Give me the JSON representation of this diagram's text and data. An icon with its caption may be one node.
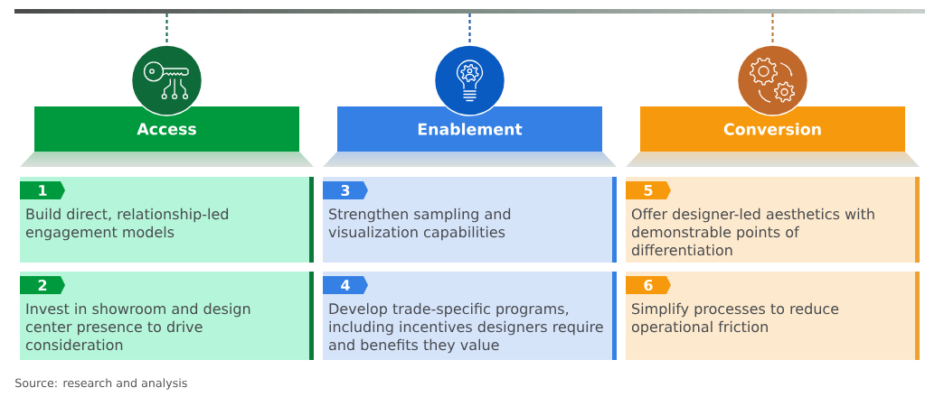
{
  "diagram": {
    "nodes": [
      {
        "text": [],
        "shape": "bar"
      },
      {
        "text": [],
        "shape": "circle"
      },
      {
        "text": [
          "Access"
        ]
      },
      {
        "text": [
          "1",
          "Build direct, relationship-led engagement models"
        ]
      },
      {
        "text": [
          "2",
          "Invest in showroom and design center presence to drive consideration"
        ]
      },
      {
        "text": [],
        "shape": "circle"
      },
      {
        "text": [
          "Enablement"
        ]
      },
      {
        "text": [
          "3",
          "Strengthen sampling and visualization capabilities"
        ]
      },
      {
        "text": [
          "4",
          "Develop trade-specific programs, including incentives designers require and benefits they value"
        ]
      },
      {
        "text": [],
        "shape": "circle"
      },
      {
        "text": [
          "Conversion"
        ]
      },
      {
        "text": [
          "5",
          "Offer designer-led aesthetics with demonstrable points of differentiation"
        ]
      },
      {
        "text": [
          "6",
          "Simplify processes to reduce operational friction"
        ]
      }
    ],
    "edges": [
      {
        "from": 0,
        "to": 1,
        "arrow": "none",
        "style": "dashed",
        "color": "#1d6b4e"
      },
      {
        "from": 0,
        "to": 5,
        "arrow": "none",
        "style": "dashed",
        "color": "#2559a5"
      },
      {
        "from": 0,
        "to": 9,
        "arrow": "none",
        "style": "dashed",
        "color": "#c07a3e"
      }
    ],
    "labels": [
      "Source: research and analysis"
    ]
  }
}
